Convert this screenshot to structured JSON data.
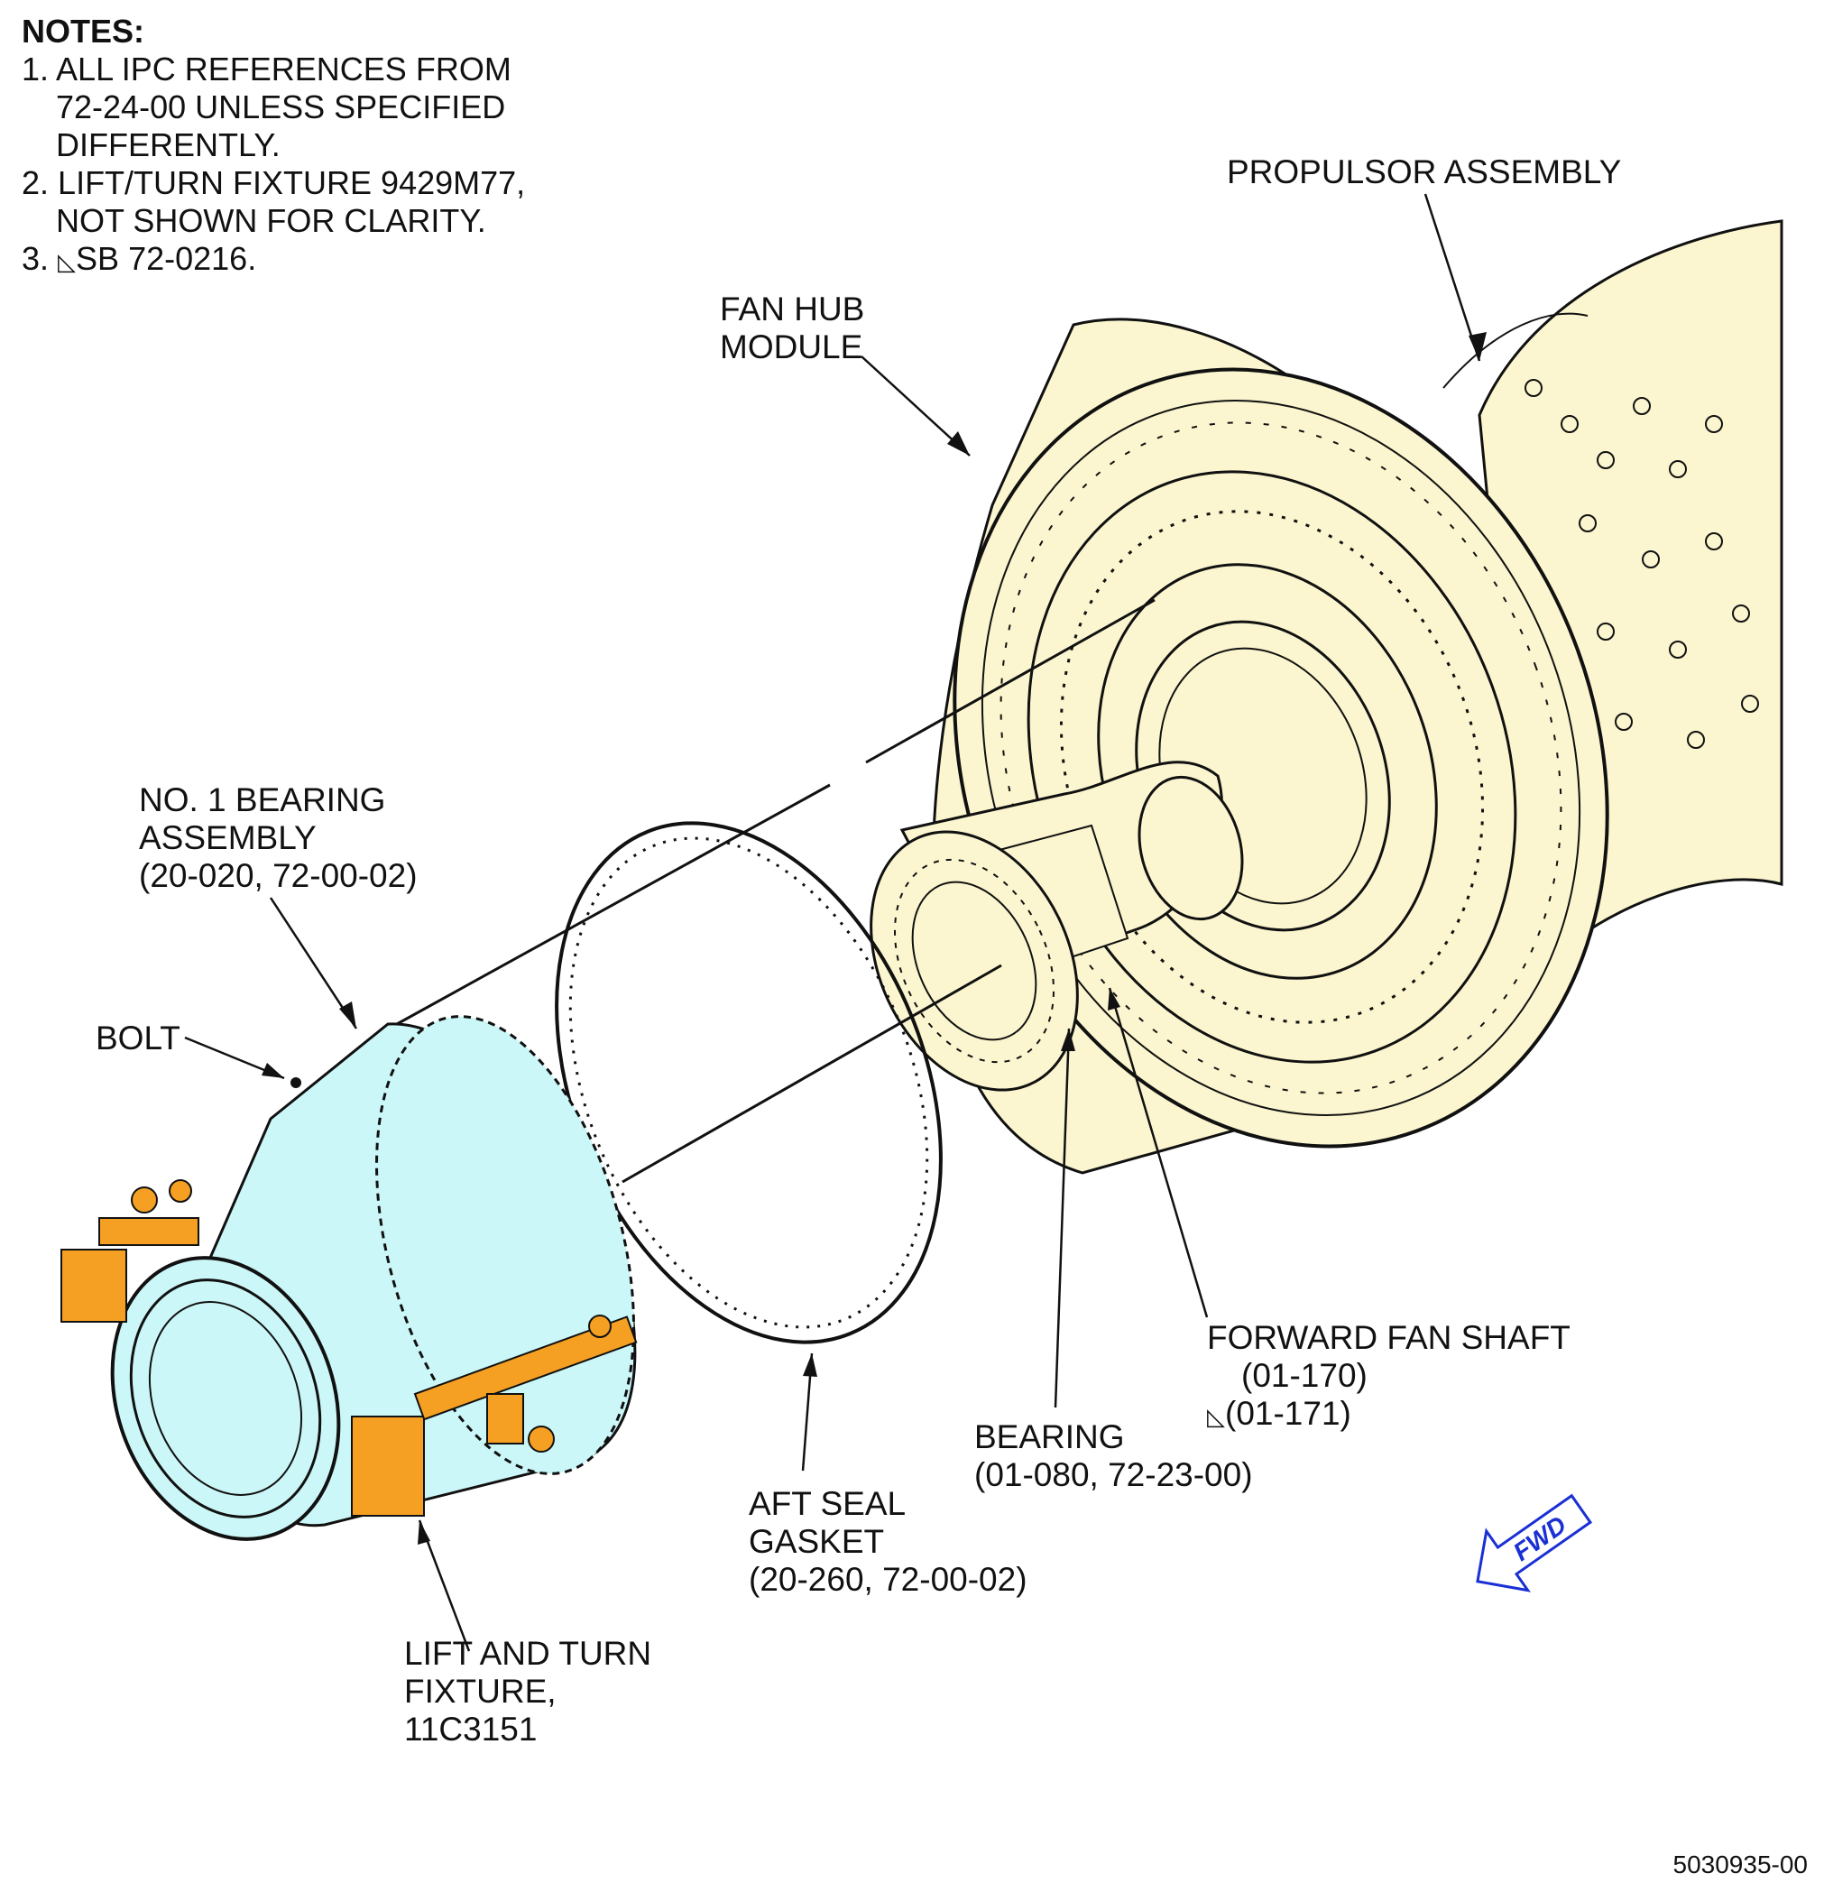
{
  "notes": {
    "heading": "NOTES:",
    "items": [
      {
        "num": "1.",
        "lines": [
          "ALL IPC REFERENCES FROM",
          "72-24-00 UNLESS SPECIFIED",
          "DIFFERENTLY."
        ]
      },
      {
        "num": "2.",
        "lines": [
          "LIFT/TURN FIXTURE 9429M77,",
          "NOT SHOWN FOR CLARITY."
        ]
      },
      {
        "num": "3.",
        "lines": [
          "SB 72-0216."
        ]
      }
    ]
  },
  "callouts": {
    "propulsor": "PROPULSOR ASSEMBLY",
    "fan_hub": [
      "FAN HUB",
      "MODULE"
    ],
    "no1_bearing": [
      "NO. 1 BEARING",
      "ASSEMBLY",
      "(20-020, 72-00-02)"
    ],
    "bolt": "BOLT",
    "forward_fan_shaft": [
      "FORWARD FAN SHAFT",
      "(01-170)",
      "(01-171)"
    ],
    "bearing": [
      "BEARING",
      "(01-080, 72-23-00)"
    ],
    "aft_seal": [
      "AFT SEAL",
      "GASKET",
      "(20-260, 72-00-02)"
    ],
    "lift_turn": [
      "LIFT AND TURN",
      "FIXTURE,",
      "11C3151"
    ]
  },
  "fwd_arrow": "FWD",
  "figure_id": "5030935-00",
  "colors": {
    "hub_fill": "#fbf6cf",
    "bearing_fill": "#ccf7f8",
    "fixture_fill": "#f5a023",
    "line": "#111111",
    "fwd_blue": "#1a2fd4"
  }
}
